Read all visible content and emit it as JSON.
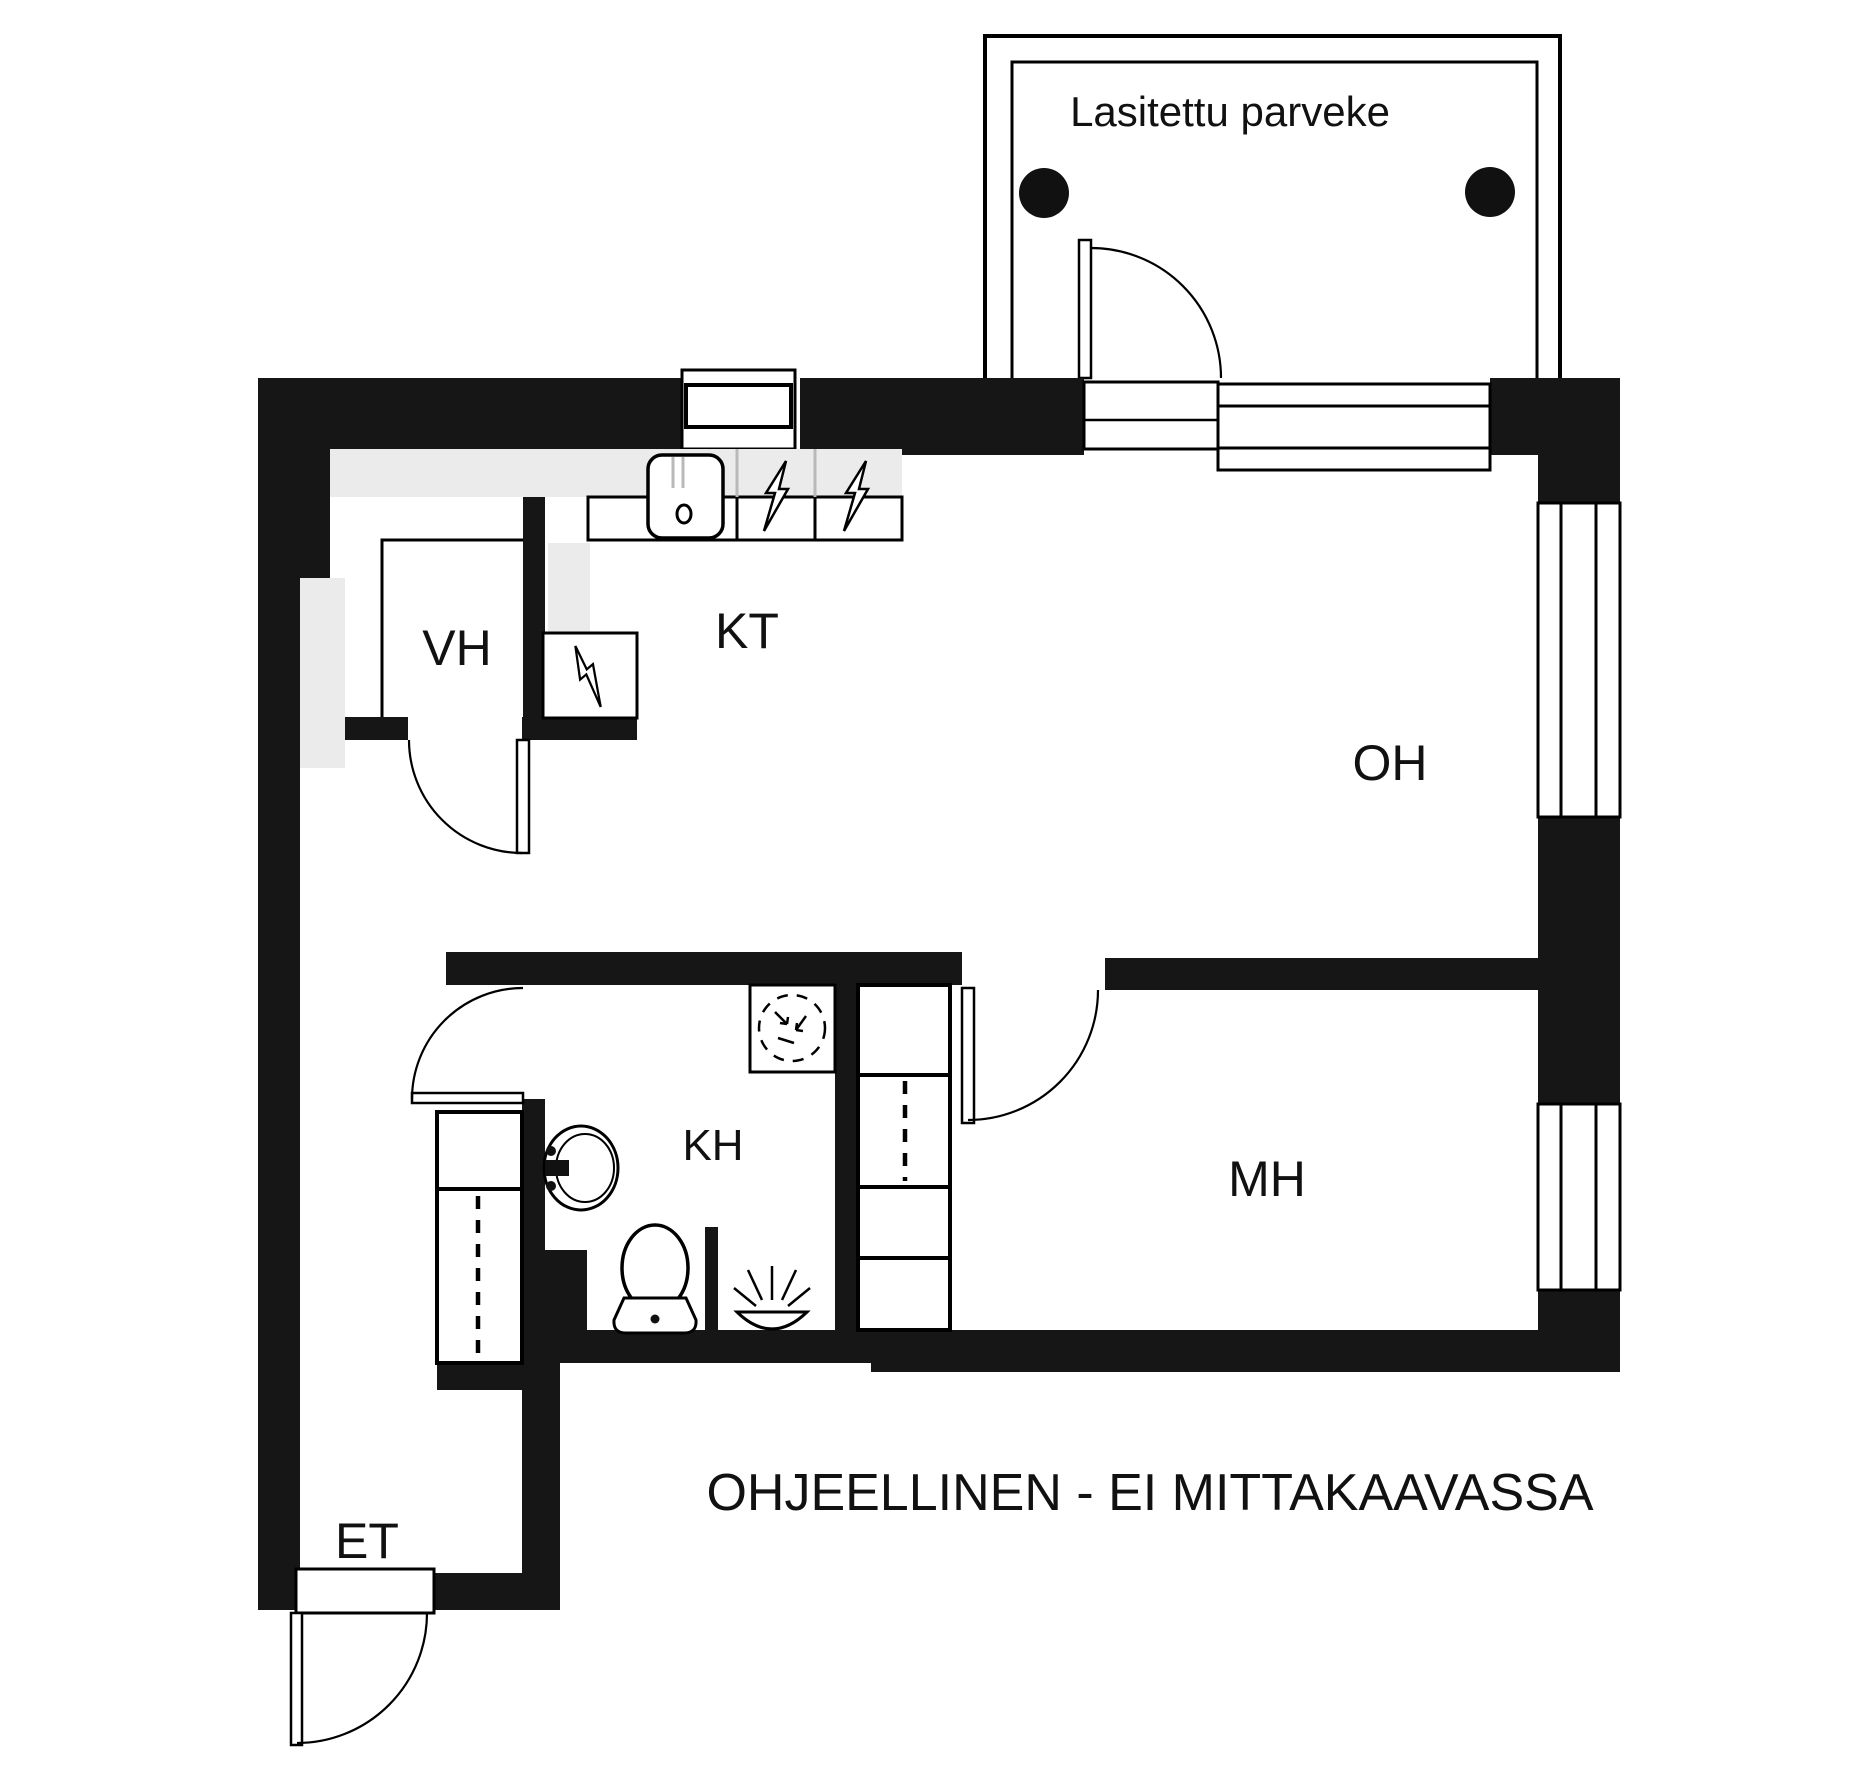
{
  "labels": {
    "balcony": "Lasitettu parveke",
    "vh": "VH",
    "kt": "KT",
    "oh": "OH",
    "kh": "KH",
    "mh": "MH",
    "et": "ET",
    "disclaimer": "OHJEELLINEN - EI MITTAKAAVASSA"
  },
  "colors": {
    "wall": "#161616",
    "line": "#000000",
    "shade": "#ebebeb",
    "soft": "#b9b9b9",
    "bg": "#ffffff"
  }
}
